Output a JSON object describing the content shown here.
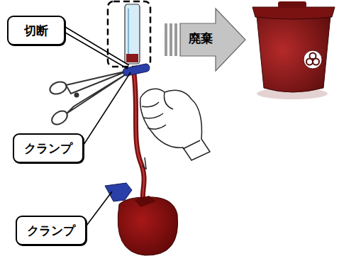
{
  "diagram": {
    "nodes": [
      {
        "text": [
          "切断"
        ]
      },
      {
        "text": [
          "廃棄"
        ]
      },
      {
        "text": [
          "クランプ"
        ]
      },
      {
        "text": [
          "クランプ"
        ]
      }
    ]
  }
}
